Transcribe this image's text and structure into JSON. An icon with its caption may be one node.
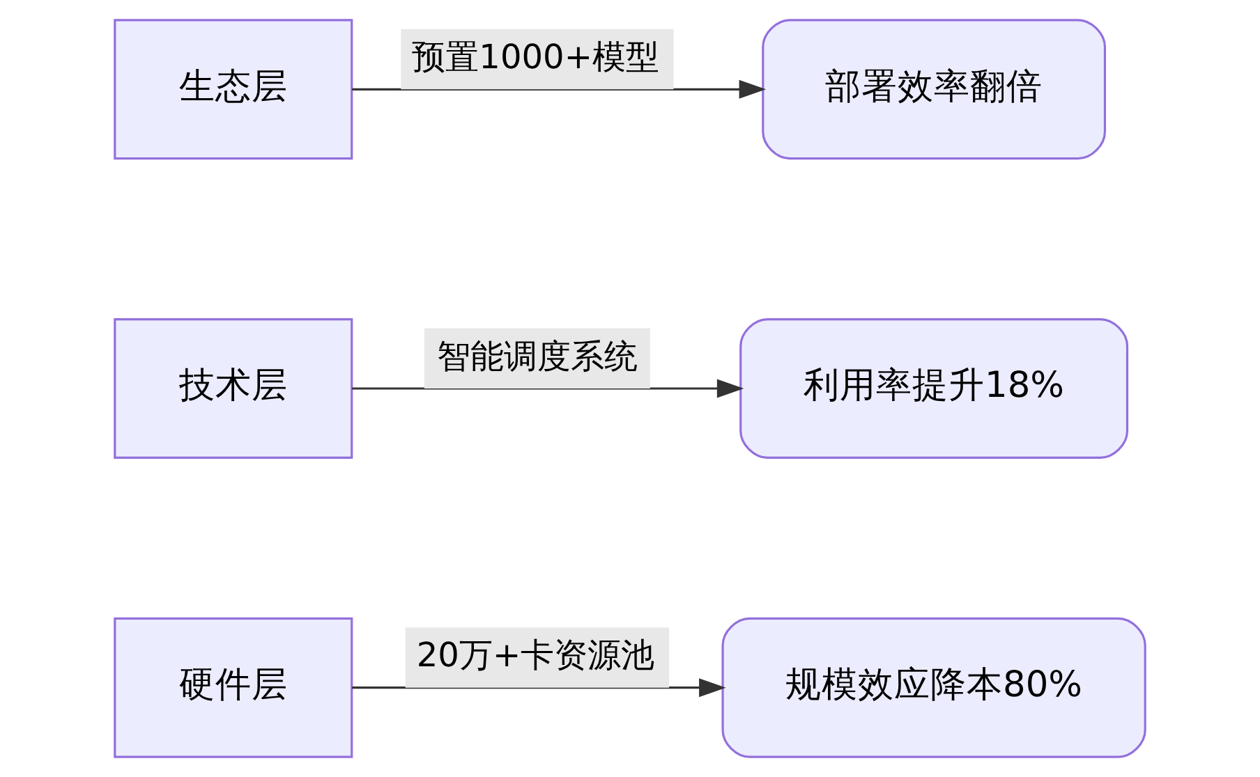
{
  "diagram": {
    "nodes": [
      {
        "text": [
          "硬件层"
        ]
      },
      {
        "text": [
          "规模效应降本80%"
        ]
      },
      {
        "text": [
          "技术层"
        ]
      },
      {
        "text": [
          "利用率提升18%"
        ]
      },
      {
        "text": [
          "生态层"
        ]
      },
      {
        "text": [
          "部署效率翻倍"
        ]
      }
    ],
    "edges": [
      {
        "from": 0,
        "to": 1,
        "arrow": "to",
        "label": "20万+卡资源池"
      },
      {
        "from": 2,
        "to": 3,
        "arrow": "to",
        "label": "智能调度系统"
      },
      {
        "from": 4,
        "to": 5,
        "arrow": "to",
        "label": "预置1000+模型"
      }
    ]
  }
}
